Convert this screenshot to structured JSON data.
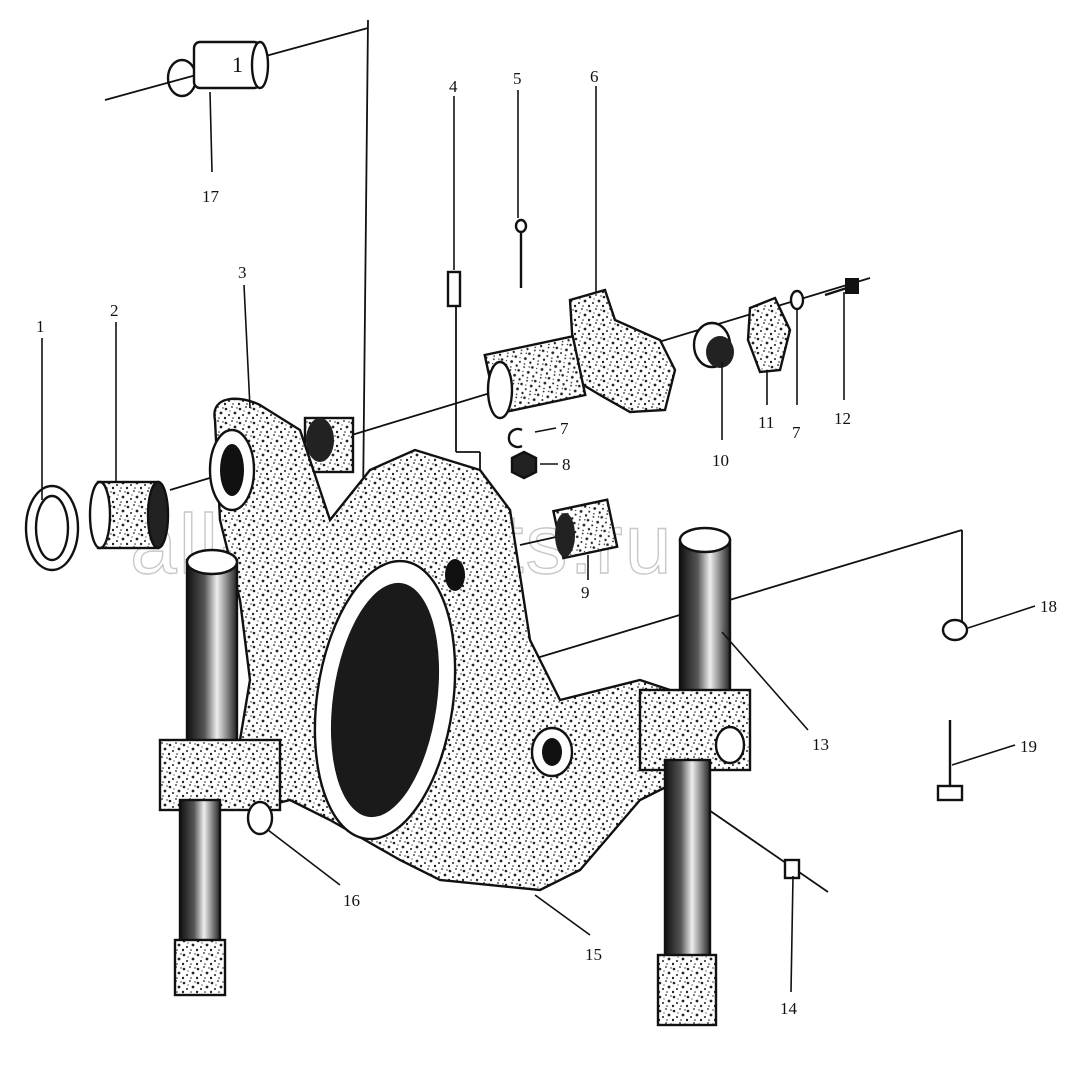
{
  "watermark": "all-ec-parts.ru",
  "callouts": {
    "c1": "1",
    "c2": "2",
    "c3": "3",
    "c4": "4",
    "c5": "5",
    "c6": "6",
    "c7a": "7",
    "c7b": "7",
    "c8": "8",
    "c9": "9",
    "c10": "10",
    "c11": "11",
    "c12": "12",
    "c13": "13",
    "c14": "14",
    "c15": "15",
    "c16": "16",
    "c17": "17",
    "c18": "18",
    "c19": "19"
  },
  "part17_marking": "1"
}
